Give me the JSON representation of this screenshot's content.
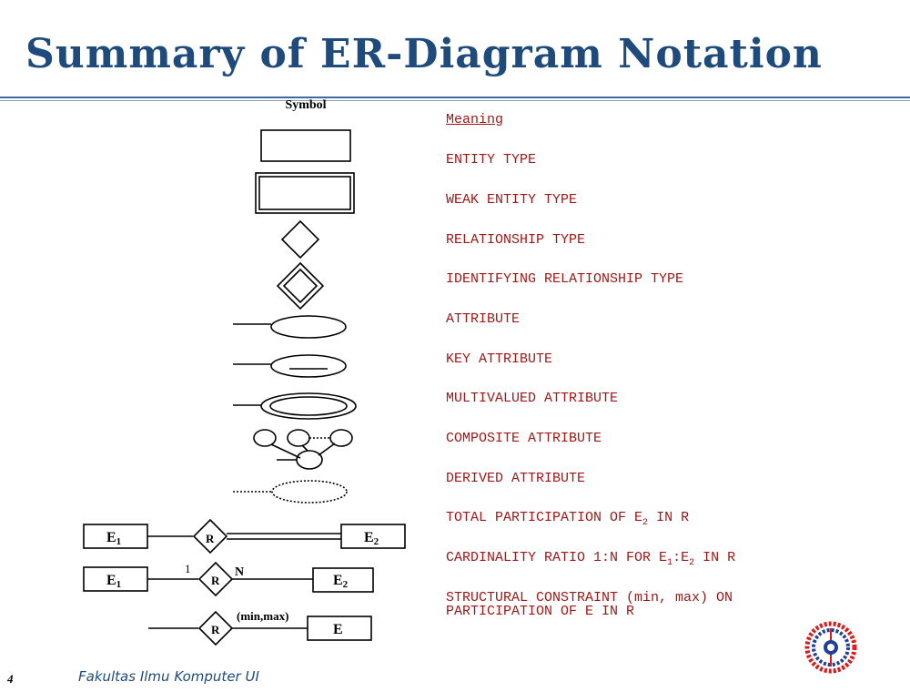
{
  "title": "Summary of ER-Diagram Notation",
  "symbol_header": "Symbol",
  "meaning_header": "Meaning",
  "meanings": [
    "ENTITY TYPE",
    "WEAK ENTITY TYPE",
    "RELATIONSHIP TYPE",
    "IDENTIFYING RELATIONSHIP TYPE",
    "ATTRIBUTE",
    "KEY ATTRIBUTE",
    "MULTIVALUED ATTRIBUTE",
    "COMPOSITE ATTRIBUTE",
    "DERIVED ATTRIBUTE"
  ],
  "meaning_total": {
    "pre": "TOTAL PARTICIPATION OF E",
    "sub": "2",
    "post": " IN R"
  },
  "meaning_card": {
    "pre": "CARDINALITY RATIO 1:N FOR E",
    "sub1": "1",
    "mid": ":E",
    "sub2": "2",
    "post": " IN R"
  },
  "meaning_struct": {
    "line1": "STRUCTURAL CONSTRAINT (min, max) ON",
    "line2": "PARTICIPATION OF E IN R"
  },
  "labels": {
    "entity": "E",
    "sub1": "1",
    "sub2": "2",
    "rel": "R",
    "one": "1",
    "n": "N",
    "minmax": "(min,max)"
  },
  "footer": {
    "page": "4",
    "text": "Fakultas Ilmu Komputer UI"
  },
  "colors": {
    "title": "#1f4a7c",
    "meaning": "#a01818",
    "rule": "#3f6aa0"
  }
}
